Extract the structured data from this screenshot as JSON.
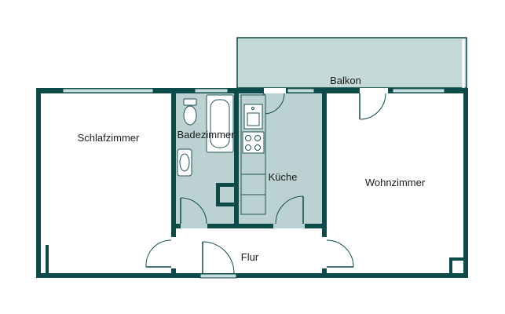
{
  "floor_plan": {
    "rooms": {
      "balcony": "Balkon",
      "bedroom": "Schlafzimmer",
      "bathroom": "Badezimmer",
      "kitchen": "Küche",
      "living_room": "Wohnzimmer",
      "hallway": "Flur"
    },
    "colors": {
      "wall": "#0d4a4a",
      "tiled_floor": "#bcd2d2",
      "balcony_floor": "#c6d9d9",
      "fixture": "#ffffff",
      "fixture_outline": "#1f5454",
      "window_glass": "#c7dcdc"
    }
  }
}
